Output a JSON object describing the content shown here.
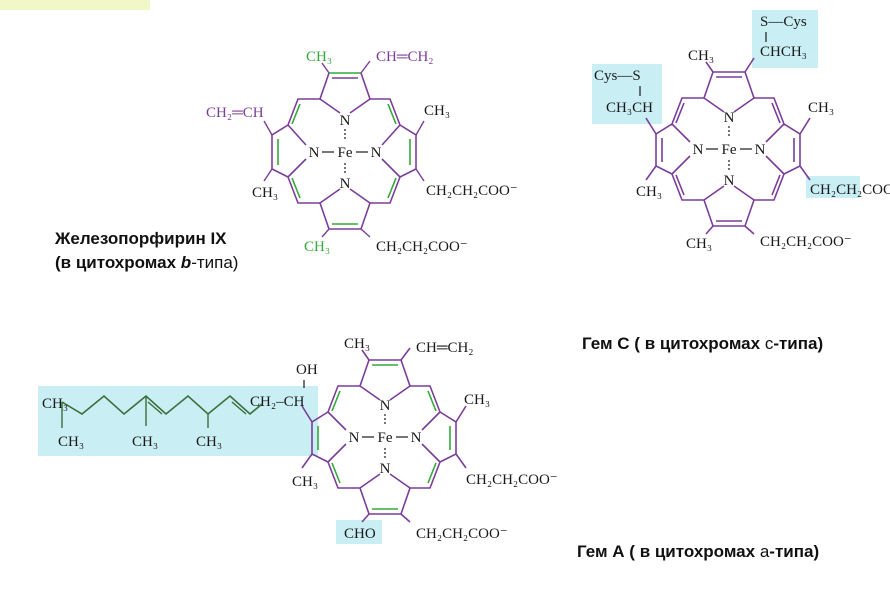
{
  "colors": {
    "purple": "#7a3e9a",
    "green": "#35a93a",
    "black": "#1a1a1a",
    "highlight": "#c9eef4",
    "corner": "#f2f7c8"
  },
  "atoms": {
    "fe": "Fe",
    "n": "N",
    "ch3": "CH₃",
    "vinyl": "CH═CH₂",
    "vinyl_left": "CH₂═CH",
    "propionate": "CH₂CH₂COO⁻",
    "s_cys": "S—Cys",
    "chch3": "CHCH₃",
    "cys_s": "Cys—S",
    "ch3ch": "CH₃CH",
    "oh": "OH",
    "ch2ch": "CH₂–CH",
    "cho": "CHO"
  },
  "captions": {
    "heme_b_line1": "Железопорфирин IX",
    "heme_b_line2_open": "(в цитохромах ",
    "heme_b_line2_letter": "b",
    "heme_b_line2_close": "-типа)",
    "heme_c_open": "Гем С ( в цитохромах ",
    "heme_c_letter": "с",
    "heme_c_close": "-типа)",
    "heme_a_open": "Гем А ( в цитохромах ",
    "heme_a_letter": "а",
    "heme_a_close": "-типа)"
  }
}
